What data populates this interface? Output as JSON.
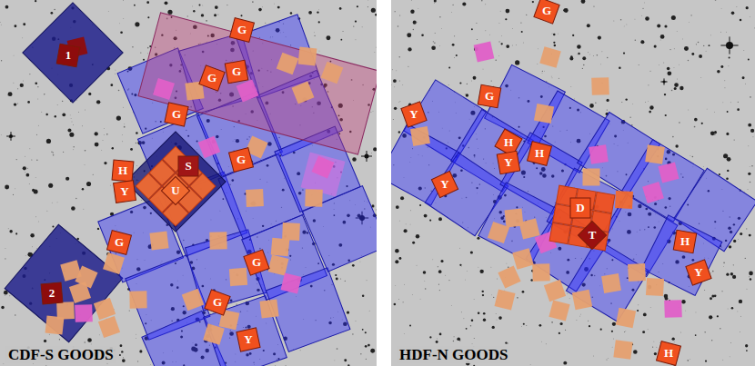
{
  "diagram": {
    "nodes": [
      {
        "text": [
          "CDF-S GOODS"
        ]
      },
      {
        "text": [
          "1"
        ],
        "in": 0
      },
      {
        "text": [
          "G"
        ],
        "in": 0
      },
      {
        "text": [
          "G"
        ],
        "in": 0
      },
      {
        "text": [
          "G"
        ],
        "in": 0
      },
      {
        "text": [
          "G"
        ],
        "in": 0
      },
      {
        "text": [
          "G"
        ],
        "in": 0
      },
      {
        "text": [
          "S"
        ],
        "in": 0
      },
      {
        "text": [
          "H"
        ],
        "in": 0
      },
      {
        "text": [
          "U"
        ],
        "in": 0
      },
      {
        "text": [
          "Y"
        ],
        "in": 0
      },
      {
        "text": [
          "G"
        ],
        "in": 0
      },
      {
        "text": [
          "G"
        ],
        "in": 0
      },
      {
        "text": [
          "2"
        ],
        "in": 0
      },
      {
        "text": [
          "G"
        ],
        "in": 0
      },
      {
        "text": [
          "Y"
        ],
        "in": 0
      },
      {
        "text": [
          "HDF-N GOODS"
        ]
      },
      {
        "text": [
          "G"
        ],
        "in": 16
      },
      {
        "text": [
          "G"
        ],
        "in": 16
      },
      {
        "text": [
          "Y"
        ],
        "in": 16
      },
      {
        "text": [
          "H"
        ],
        "in": 16
      },
      {
        "text": [
          "H"
        ],
        "in": 16
      },
      {
        "text": [
          "Y"
        ],
        "in": 16
      },
      {
        "text": [
          "Y"
        ],
        "in": 16
      },
      {
        "text": [
          "D"
        ],
        "in": 16
      },
      {
        "text": [
          "T"
        ],
        "in": 16
      },
      {
        "text": [
          "H"
        ],
        "in": 16
      },
      {
        "text": [
          "Y"
        ],
        "in": 16
      },
      {
        "text": [
          "H"
        ],
        "in": 16
      }
    ]
  }
}
